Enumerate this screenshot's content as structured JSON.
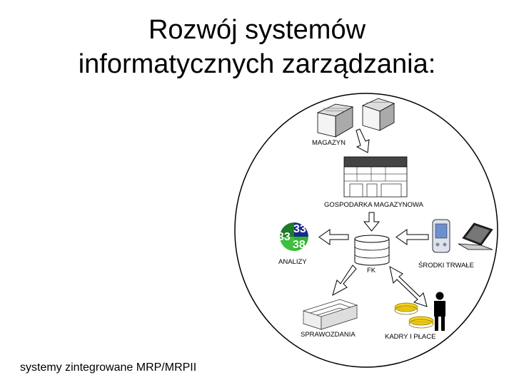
{
  "title": {
    "line1": "Rozwój systemów",
    "line2": "informatycznych zarządzania:"
  },
  "footer": "systemy zintegrowane MRP/MRPII",
  "diagram": {
    "labels": {
      "magazyn": "MAGAZYN",
      "gospodarka": "GOSPODARKA MAGAZYNOWA",
      "analizy": "ANALIZY",
      "fk": "FK",
      "srodki": "ŚRODKI TRWAŁE",
      "sprawozdania": "SPRAWOZDANIA",
      "kadry": "KADRY I PŁACE"
    },
    "analizy_numbers": [
      "33",
      "33",
      "38"
    ]
  }
}
